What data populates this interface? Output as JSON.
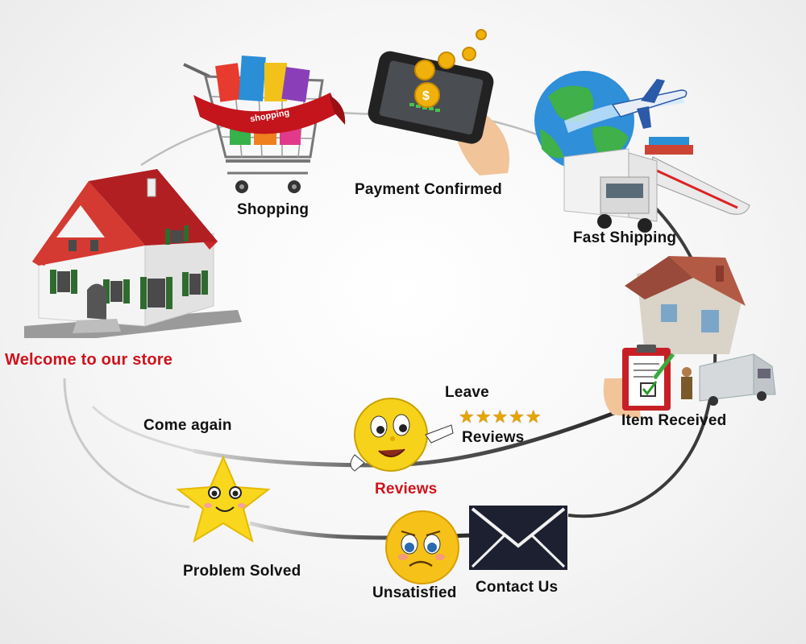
{
  "labels": {
    "welcome": "Welcome to our store",
    "shopping": "Shopping",
    "payment": "Payment Confirmed",
    "shipping": "Fast Shipping",
    "received": "Item Received",
    "leave": "Leave",
    "leave_reviews": "Reviews",
    "come_again": "Come again",
    "reviews": "Reviews",
    "problem_solved": "Problem Solved",
    "unsatisfied": "Unsatisfied",
    "contact_us": "Contact Us"
  },
  "cart_banner": "shopping",
  "rating": {
    "stars": "★★★★★",
    "value": 5,
    "max": 5
  },
  "colors": {
    "accent_red": "#d0121b",
    "text": "#111111",
    "star_gold": "#e6a500",
    "path_dark": "#4a4a4a"
  },
  "icons": [
    "house-icon",
    "shopping-cart-icon",
    "phone-payment-icon",
    "globe-shipping-icon",
    "delivered-house-icon",
    "clipboard-check-icon",
    "delivery-van-icon",
    "smiley-pointing-icon",
    "star-smiley-icon",
    "sad-face-icon",
    "envelope-icon"
  ]
}
